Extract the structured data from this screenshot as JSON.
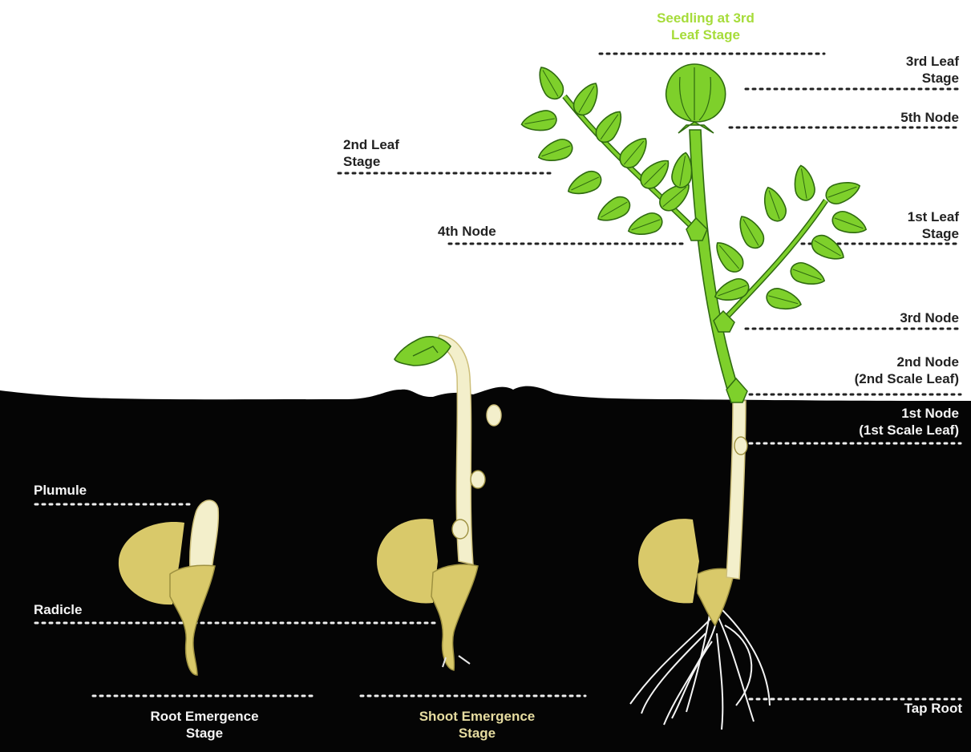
{
  "diagram": {
    "colors": {
      "soil": "#050505",
      "leaf": "#7ed02b",
      "leaf_dark": "#2f6a10",
      "seed": "#d9c96a",
      "stem_pale": "#f3efcb",
      "title_green": "#a6dc3a",
      "caption_cream": "#e6dca0"
    },
    "labels": {
      "seedling_stage": "Seedling at 3rd\nLeaf Stage",
      "third_leaf_stage": "3rd Leaf\nStage",
      "fifth_node": "5th Node",
      "second_leaf_stage": "2nd Leaf\nStage",
      "fourth_node": "4th Node",
      "first_leaf_stage": "1st Leaf\nStage",
      "third_node": "3rd Node",
      "second_node": "2nd Node\n(2nd Scale Leaf)",
      "first_node": "1st Node\n(1st Scale Leaf)",
      "plumule": "Plumule",
      "radicle": "Radicle",
      "tap_root": "Tap Root",
      "root_emergence": "Root Emergence\nStage",
      "shoot_emergence": "Shoot Emergence\nStage"
    }
  }
}
